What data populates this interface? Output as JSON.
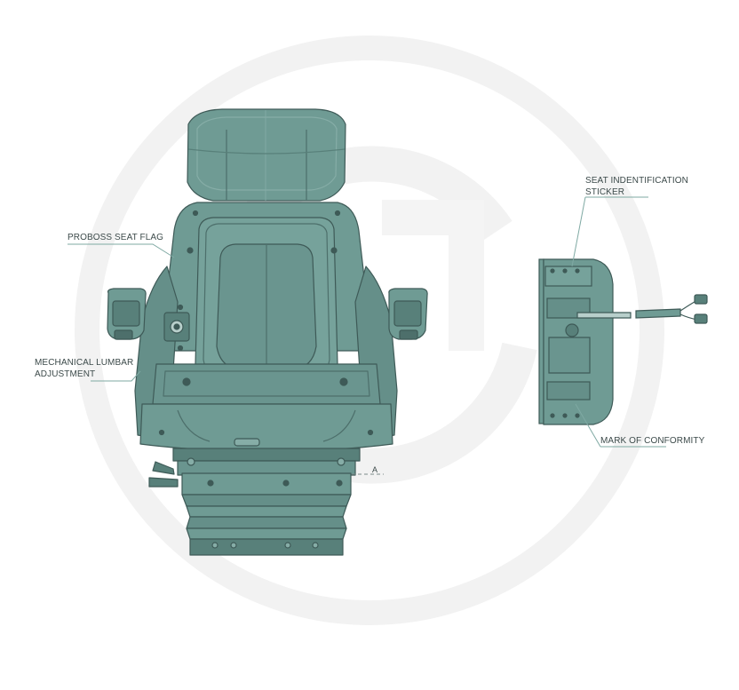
{
  "diagram": {
    "colors": {
      "seat_fill": "#6f9b94",
      "seat_stroke": "#3e5a57",
      "seat_light": "#86ada7",
      "seat_dark": "#58807a",
      "watermark": "#f1f1f1",
      "leader_line": "#7fa9a3",
      "label_text": "#3c4a4a"
    },
    "labels": {
      "seat_flag": "PROBOSS SEAT FLAG",
      "lumbar_line1": "MECHANICAL LUMBAR",
      "lumbar_line2": "ADJUSTMENT",
      "sticker_line1": "SEAT INDENTIFICATION",
      "sticker_line2": "STICKER",
      "conformity": "MARK OF CONFORMITY",
      "section_marker": "A"
    }
  }
}
